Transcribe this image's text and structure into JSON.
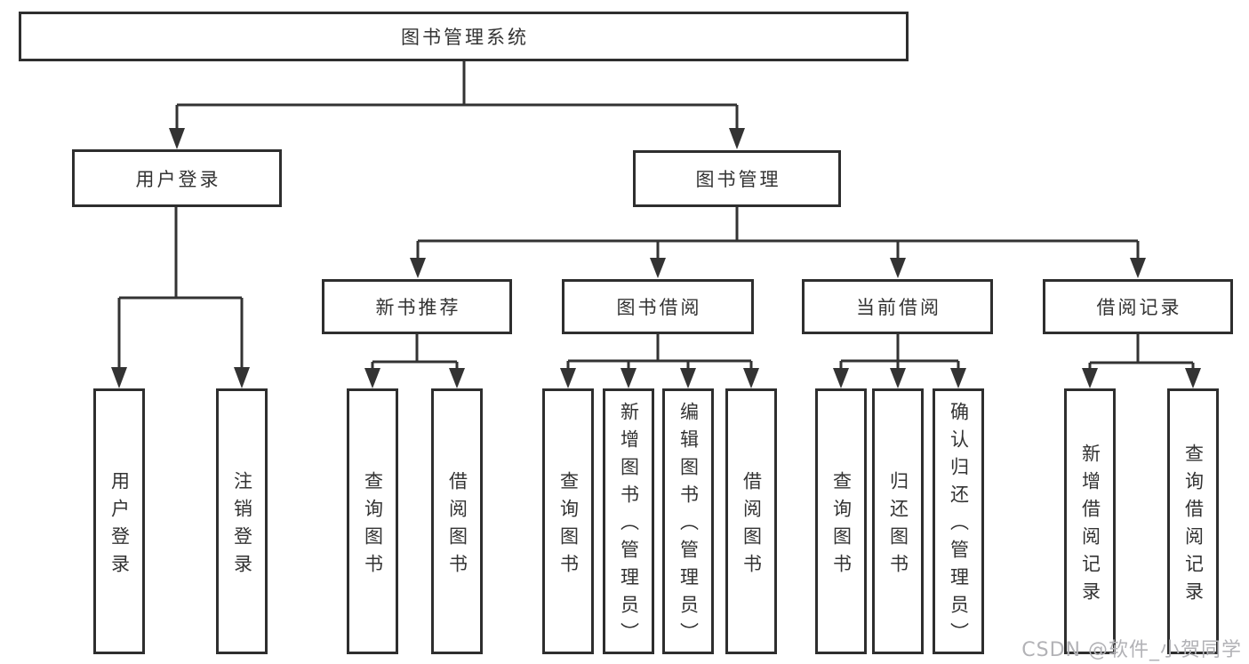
{
  "colors": {
    "line": "#333333",
    "box_border": "#2e2e2e",
    "text": "#333333",
    "background": "#ffffff",
    "watermark_text_color": "#b2b2b6"
  },
  "watermark": {
    "text": "CSDN @软件_小贺同学"
  },
  "tree": {
    "root": {
      "label": "图书管理系统"
    },
    "login": {
      "label": "用户登录",
      "children": [
        {
          "label": "用户登录"
        },
        {
          "label": "注销登录"
        }
      ]
    },
    "mgmt": {
      "label": "图书管理",
      "children": [
        {
          "label": "新书推荐",
          "children": [
            {
              "label": "查询图书"
            },
            {
              "label": "借阅图书"
            }
          ]
        },
        {
          "label": "图书借阅",
          "children": [
            {
              "label": "查询图书"
            },
            {
              "label": "新增图书（管理员）"
            },
            {
              "label": "编辑图书（管理员）"
            },
            {
              "label": "借阅图书"
            }
          ]
        },
        {
          "label": "当前借阅",
          "children": [
            {
              "label": "查询图书"
            },
            {
              "label": "归还图书"
            },
            {
              "label": "确认归还（管理员）"
            }
          ]
        },
        {
          "label": "借阅记录",
          "children": [
            {
              "label": "新增借阅记录"
            },
            {
              "label": "查询借阅记录"
            }
          ]
        }
      ]
    }
  }
}
